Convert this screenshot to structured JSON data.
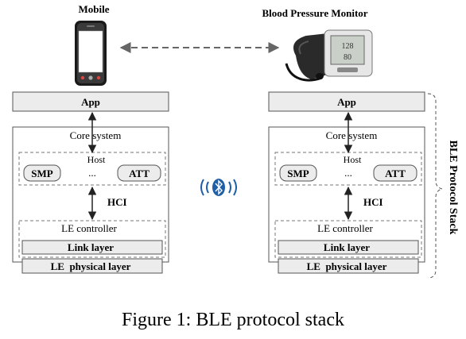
{
  "devices": {
    "mobile": {
      "title": "Mobile"
    },
    "monitor": {
      "title": "Blood Pressure Monitor"
    }
  },
  "stack": {
    "app": "App",
    "core_system": "Core system",
    "host": "Host",
    "smp": "SMP",
    "ellipsis": "...",
    "att": "ATT",
    "hci": "HCI",
    "le_controller": "LE controller",
    "link_layer": "Link layer",
    "physical_layer": "LE  physical layer"
  },
  "side_label": "BLE Protocol Stack",
  "caption": "Figure 1: BLE protocol stack",
  "icons": {
    "phone": "mobile-phone-icon",
    "monitor": "blood-pressure-monitor-icon",
    "bluetooth": "bluetooth-icon"
  },
  "colors": {
    "box_fill": "#ececec",
    "stroke": "#555555",
    "bluetooth": "#1f5fa8"
  }
}
